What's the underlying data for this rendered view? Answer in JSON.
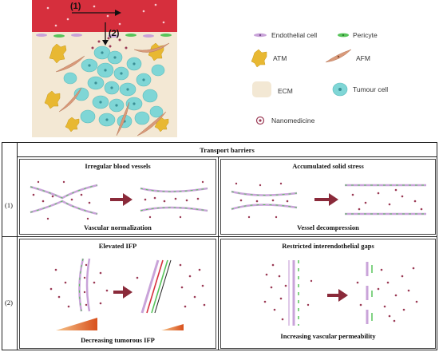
{
  "schematic": {
    "label_1": "(1)",
    "label_2": "(2)"
  },
  "legend": {
    "endothelial": "Endothelial cell",
    "pericyte": "Pericyte",
    "atm": "ATM",
    "afm": "AFM",
    "ecm": "ECM",
    "tumour": "Tumour cell",
    "nano": "Nanomedicine"
  },
  "table": {
    "title": "Transport barriers",
    "row1_label": "(1)",
    "row2_label": "(2)",
    "cells": [
      {
        "title": "Irregular blood vessels",
        "caption": "Vascular normalization"
      },
      {
        "title": "Accumulated solid stress",
        "caption": "Vessel decompression"
      },
      {
        "title": "Elevated IFP",
        "caption": "Decreasing tumorous IFP"
      },
      {
        "title": "Restricted interendothelial gaps",
        "caption": "Increasing vascular permeability"
      }
    ]
  },
  "colors": {
    "vessel_red": "#d62f3d",
    "tissue": "#f3e8d4",
    "tumour": "#7fd6d6",
    "atm": "#e8b832",
    "afm": "#d99a7a",
    "arrow": "#8a2a3a",
    "endothelial": "#c9a3d9",
    "pericyte": "#58c45a",
    "nano": "#9b3a55"
  }
}
